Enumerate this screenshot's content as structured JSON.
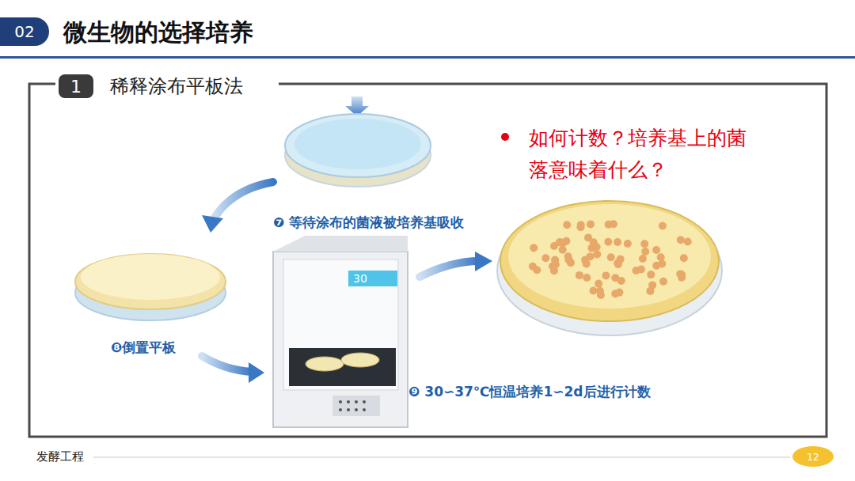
{
  "diagram": {
    "title": "微生物的选择培养",
    "nodes": [
      {
        "text": [
          "02"
        ]
      },
      {
        "text": [
          "稀释涂布平板法"
        ]
      },
      {
        "text": [
          "1"
        ],
        "in": 1
      },
      {
        "text": [
          "12"
        ]
      }
    ],
    "labels": [
      "❼ 等待涂布的菌液被培养基吸收",
      "❽倒置平板",
      "❾ 30∽37℃恒温培养1∽2d后进行计数",
      "如何计数？培养基上的菌落意味着什么？",
      "30",
      "发酵工程"
    ]
  }
}
